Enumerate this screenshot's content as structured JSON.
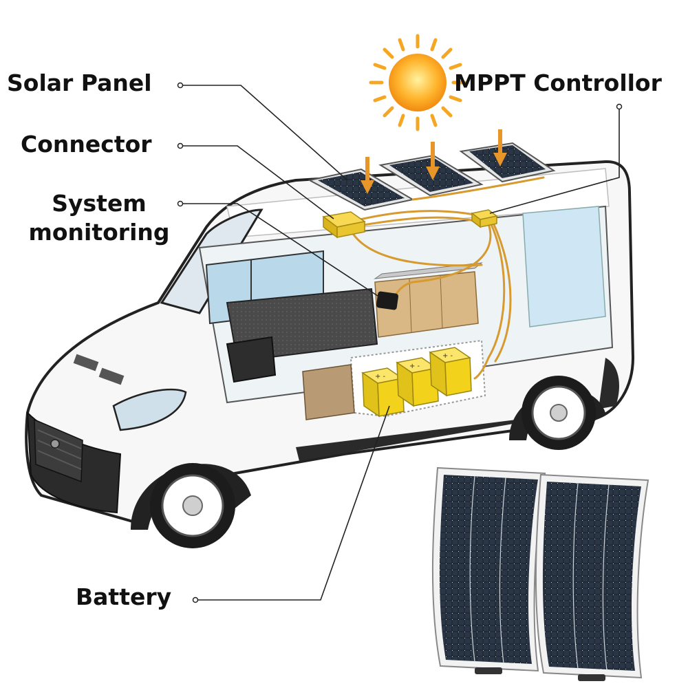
{
  "labels": {
    "solar_panel": "Solar Panel",
    "mppt_controller": "MPPT Controllor",
    "connector": "Connector",
    "system_monitoring": "System monitoring",
    "battery": "Battery"
  },
  "icons": [
    "sun-icon",
    "arrow-down-icon",
    "solar-panel-icon",
    "battery-icon",
    "van-icon",
    "flexible-solar-panel-icon"
  ],
  "colors": {
    "sun": "#f5a623",
    "battery": "#f2d21b",
    "arrow": "#e8952a",
    "wire": "#d69a2e",
    "panel": "#1f2a36",
    "van_outline": "#222222"
  }
}
